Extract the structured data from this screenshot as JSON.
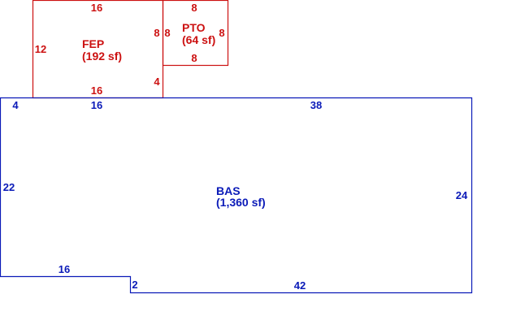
{
  "colors": {
    "background": "#ffffff",
    "porch": "#cc1111",
    "base": "#0a1ab8"
  },
  "areas": {
    "fep": {
      "code": "FEP",
      "area": "(192 sf)",
      "dims": {
        "top": "16",
        "left": "12",
        "right_upper": "8",
        "right_lower": "4",
        "bottom": "16"
      }
    },
    "pto": {
      "code": "PTO",
      "area": "(64 sf)",
      "dims": {
        "top": "8",
        "left": "8",
        "right": "8",
        "bottom": "8"
      }
    },
    "bas": {
      "code": "BAS",
      "area": "(1,360 sf)",
      "dims": {
        "top_left": "4",
        "top_mid": "16",
        "top_right": "38",
        "left": "22",
        "right": "24",
        "bottom_left": "16",
        "step": "2",
        "bottom_right": "42"
      }
    }
  }
}
